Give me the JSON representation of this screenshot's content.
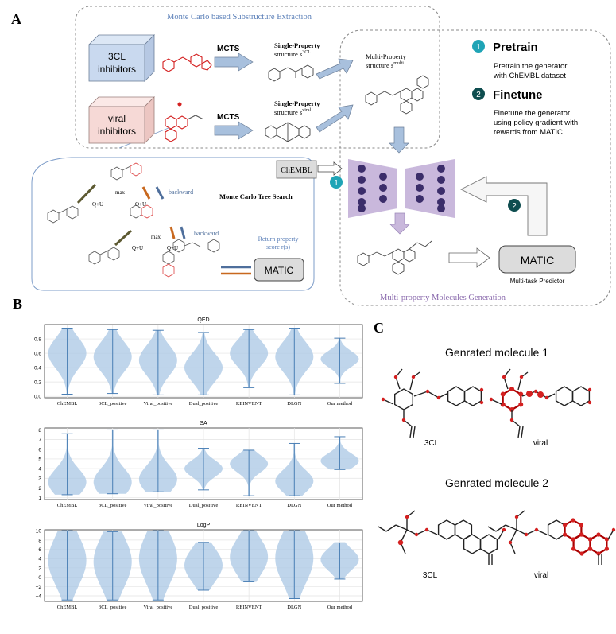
{
  "panel_a": {
    "label": "A",
    "substructure_box_title": "Monte Carlo based Substructure Extraction",
    "cube_3cl": [
      "3CL",
      "inhibitors"
    ],
    "cube_viral": [
      "viral",
      "inhibitors"
    ],
    "mcts_label": "MCTS",
    "single_property_top": [
      "Single-Property",
      "structure "
    ],
    "single_property_bottom": [
      "Single-Property",
      "structure "
    ],
    "sup_3cl": "3CL",
    "sup_viral": "viral",
    "multi_property": [
      "Multi-Property",
      "structure "
    ],
    "sup_multi": "multi",
    "steps": [
      {
        "num": "1",
        "title": "Pretrain",
        "desc": [
          "Pretrain the generator",
          "with ChEMBL dataset"
        ]
      },
      {
        "num": "2",
        "title": "Finetune",
        "desc": [
          "Finetune the generator",
          "using policy gradient with",
          "rewards from MATIC"
        ]
      }
    ],
    "chembl_label": "ChEMBL",
    "tree_search_title": "Monte Carlo Tree Search",
    "tree_labels": {
      "max": "max",
      "qu": "Q+U",
      "backward": "backward"
    },
    "return_score": [
      "Return property",
      "score r(s)"
    ],
    "matic_label": "MATIC",
    "predictor_label": "Multi-task Predictor",
    "generation_title": "Multi-property Molecules Generation",
    "colors": {
      "cube_blue": "#c9d9ef",
      "cube_pink": "#f6d9d6",
      "arrow": "#a8c0dd",
      "nn": "#c9b8dc",
      "node": "#3b2d6a",
      "step1": "#1fa4b6",
      "step2": "#0e4d4f",
      "matic": "#dcdcdc",
      "violin": "#a9c7e4",
      "violin_line": "#4a7fb5",
      "atom_red": "#d42020",
      "gen_title": "#8a6aad",
      "sub_title": "#5a7fb8"
    }
  },
  "panel_b": {
    "label": "B",
    "categories": [
      "ChEMBL",
      "3CL_positive",
      "Viral_positive",
      "Dual_positive",
      "REINVENT",
      "DLGN",
      "Our method"
    ],
    "plots": [
      {
        "title": "QED",
        "ticks": [
          "0.0",
          "0.2",
          "0.4",
          "0.6",
          "0.8"
        ]
      },
      {
        "title": "SA",
        "ticks": [
          "1",
          "2",
          "3",
          "4",
          "5",
          "6",
          "7",
          "8"
        ]
      },
      {
        "title": "LogP",
        "ticks": [
          "−4",
          "−2",
          "0",
          "2",
          "4",
          "6",
          "8",
          "10"
        ]
      }
    ]
  },
  "chart_data": [
    {
      "type": "violin",
      "title": "QED",
      "categories": [
        "ChEMBL",
        "3CL_positive",
        "Viral_positive",
        "Dual_positive",
        "REINVENT",
        "DLGN",
        "Our method"
      ],
      "ylim": [
        -0.02,
        1.0
      ],
      "grid": true,
      "min": [
        0.03,
        0.04,
        0.02,
        0.02,
        0.12,
        0.02,
        0.18
      ],
      "max": [
        0.95,
        0.93,
        0.92,
        0.89,
        0.93,
        0.95,
        0.81
      ],
      "median": [
        0.6,
        0.55,
        0.5,
        0.4,
        0.6,
        0.55,
        0.52
      ],
      "spread": [
        0.9,
        0.95,
        0.9,
        0.85,
        0.85,
        0.8,
        0.35
      ]
    },
    {
      "type": "violin",
      "title": "SA",
      "categories": [
        "ChEMBL",
        "3CL_positive",
        "Viral_positive",
        "Dual_positive",
        "REINVENT",
        "DLGN",
        "Our method"
      ],
      "ylim": [
        0.8,
        8.2
      ],
      "grid": true,
      "min": [
        1.3,
        1.4,
        1.6,
        1.8,
        1.2,
        1.2,
        3.9
      ],
      "max": [
        7.6,
        8.0,
        8.0,
        6.1,
        5.9,
        6.6,
        7.3
      ],
      "median": [
        2.6,
        2.6,
        2.9,
        4.0,
        4.5,
        2.7,
        4.8
      ],
      "spread": [
        0.8,
        0.8,
        0.8,
        0.6,
        0.5,
        0.7,
        0.9
      ]
    },
    {
      "type": "violin",
      "title": "LogP",
      "categories": [
        "ChEMBL",
        "3CL_positive",
        "Viral_positive",
        "Dual_positive",
        "REINVENT",
        "DLGN",
        "Our method"
      ],
      "ylim": [
        -5.2,
        10.2
      ],
      "grid": true,
      "min": [
        -4.9,
        -4.9,
        -4.9,
        -2.8,
        -1.0,
        -4.6,
        -0.4
      ],
      "max": [
        10.0,
        9.8,
        10.0,
        7.5,
        10.0,
        10.0,
        7.4
      ],
      "median": [
        3.6,
        3.3,
        4.0,
        2.6,
        4.4,
        4.1,
        3.8
      ],
      "spread": [
        2.2,
        2.3,
        2.3,
        2.1,
        2.2,
        2.3,
        1.6
      ]
    }
  ],
  "panel_c": {
    "label": "C",
    "molecule1_title": "Genrated molecule 1",
    "molecule2_title": "Genrated molecule 2",
    "caption_3cl": "3CL",
    "caption_viral": "viral"
  }
}
